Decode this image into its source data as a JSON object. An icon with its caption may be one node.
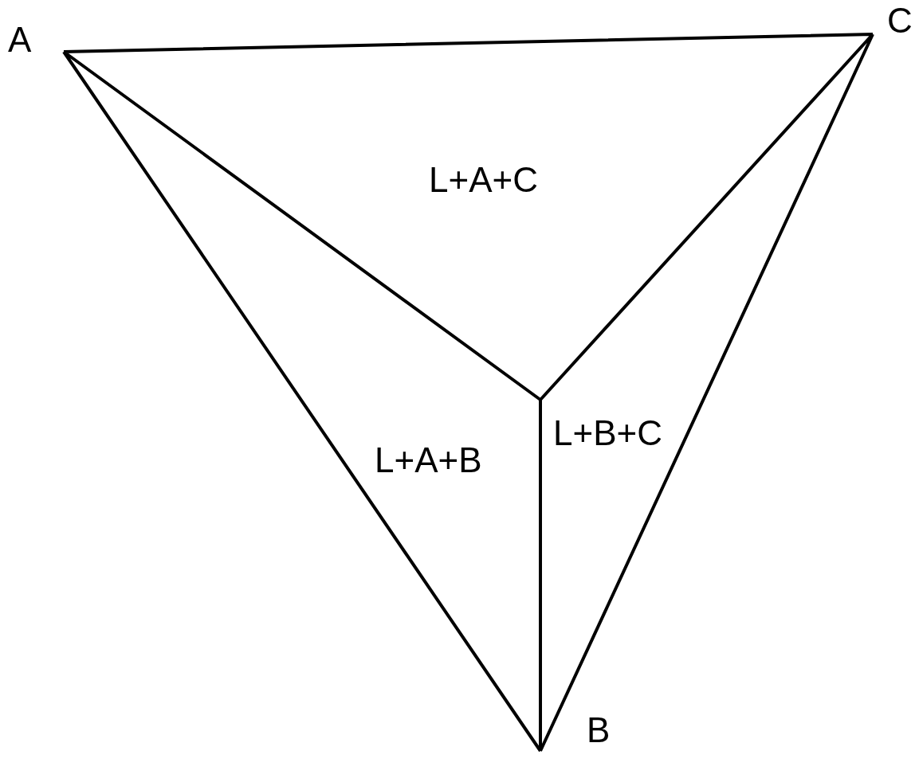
{
  "diagram": {
    "labels": [
      "A",
      "C",
      "L+A+C",
      "L+B+C",
      "L+A+B",
      "B"
    ]
  }
}
